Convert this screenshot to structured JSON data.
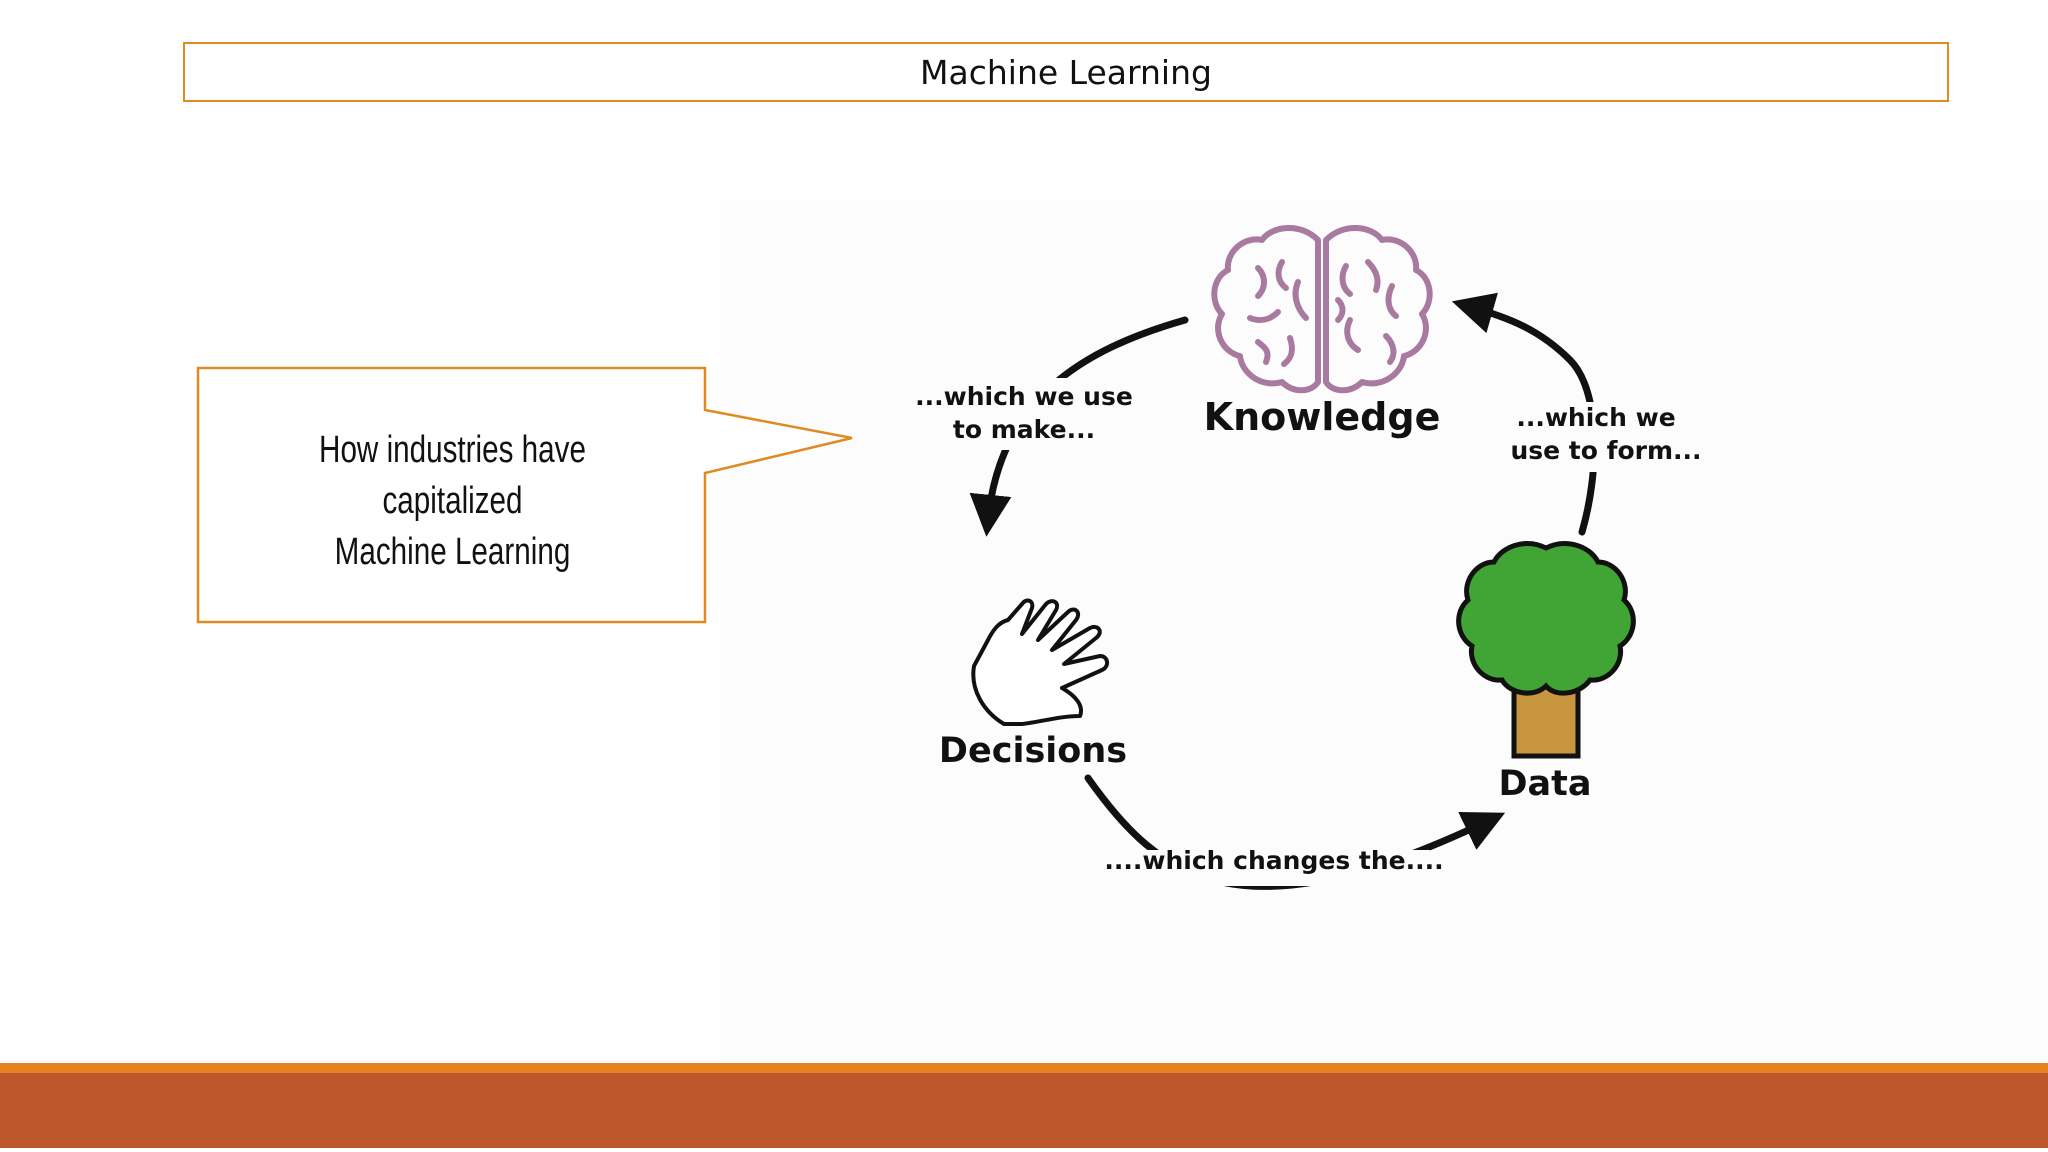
{
  "slide": {
    "title": "Machine Learning"
  },
  "callout": {
    "line1": "How industries have  capitalized",
    "line2": "Machine Learning"
  },
  "cycle": {
    "nodes": {
      "knowledge": "Knowledge",
      "decisions": "Decisions",
      "data": "Data"
    },
    "arrows": {
      "knowledge_to_decisions_line1": "...which we use",
      "knowledge_to_decisions_line2": "to make...",
      "data_to_knowledge_line1": "...which we",
      "data_to_knowledge_line2": "use to form...",
      "decisions_to_data": "....which changes the...."
    },
    "icons": [
      "brain-icon",
      "hand-icon",
      "tree-icon"
    ]
  },
  "colors": {
    "accent_orange": "#E08A24",
    "footer_rust": "#BE582C",
    "brain_purple": "#A87AA0",
    "tree_green": "#41A535",
    "trunk_brown": "#C8963E"
  }
}
